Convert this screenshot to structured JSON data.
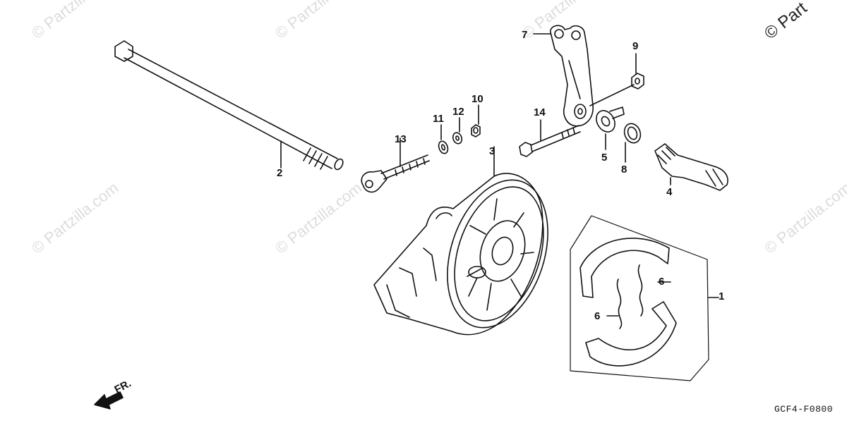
{
  "watermark": {
    "text": "© Partzilla.com",
    "corner_text": "© Part"
  },
  "callouts": {
    "c1": "1",
    "c2": "2",
    "c3": "3",
    "c4": "4",
    "c5": "5",
    "c6a": "6",
    "c6b": "6",
    "c7": "7",
    "c8": "8",
    "c9": "9",
    "c10": "10",
    "c11": "11",
    "c12": "12",
    "c13": "13",
    "c14": "14"
  },
  "direction_label": "FR.",
  "figure_code": "GCF4-F0800"
}
